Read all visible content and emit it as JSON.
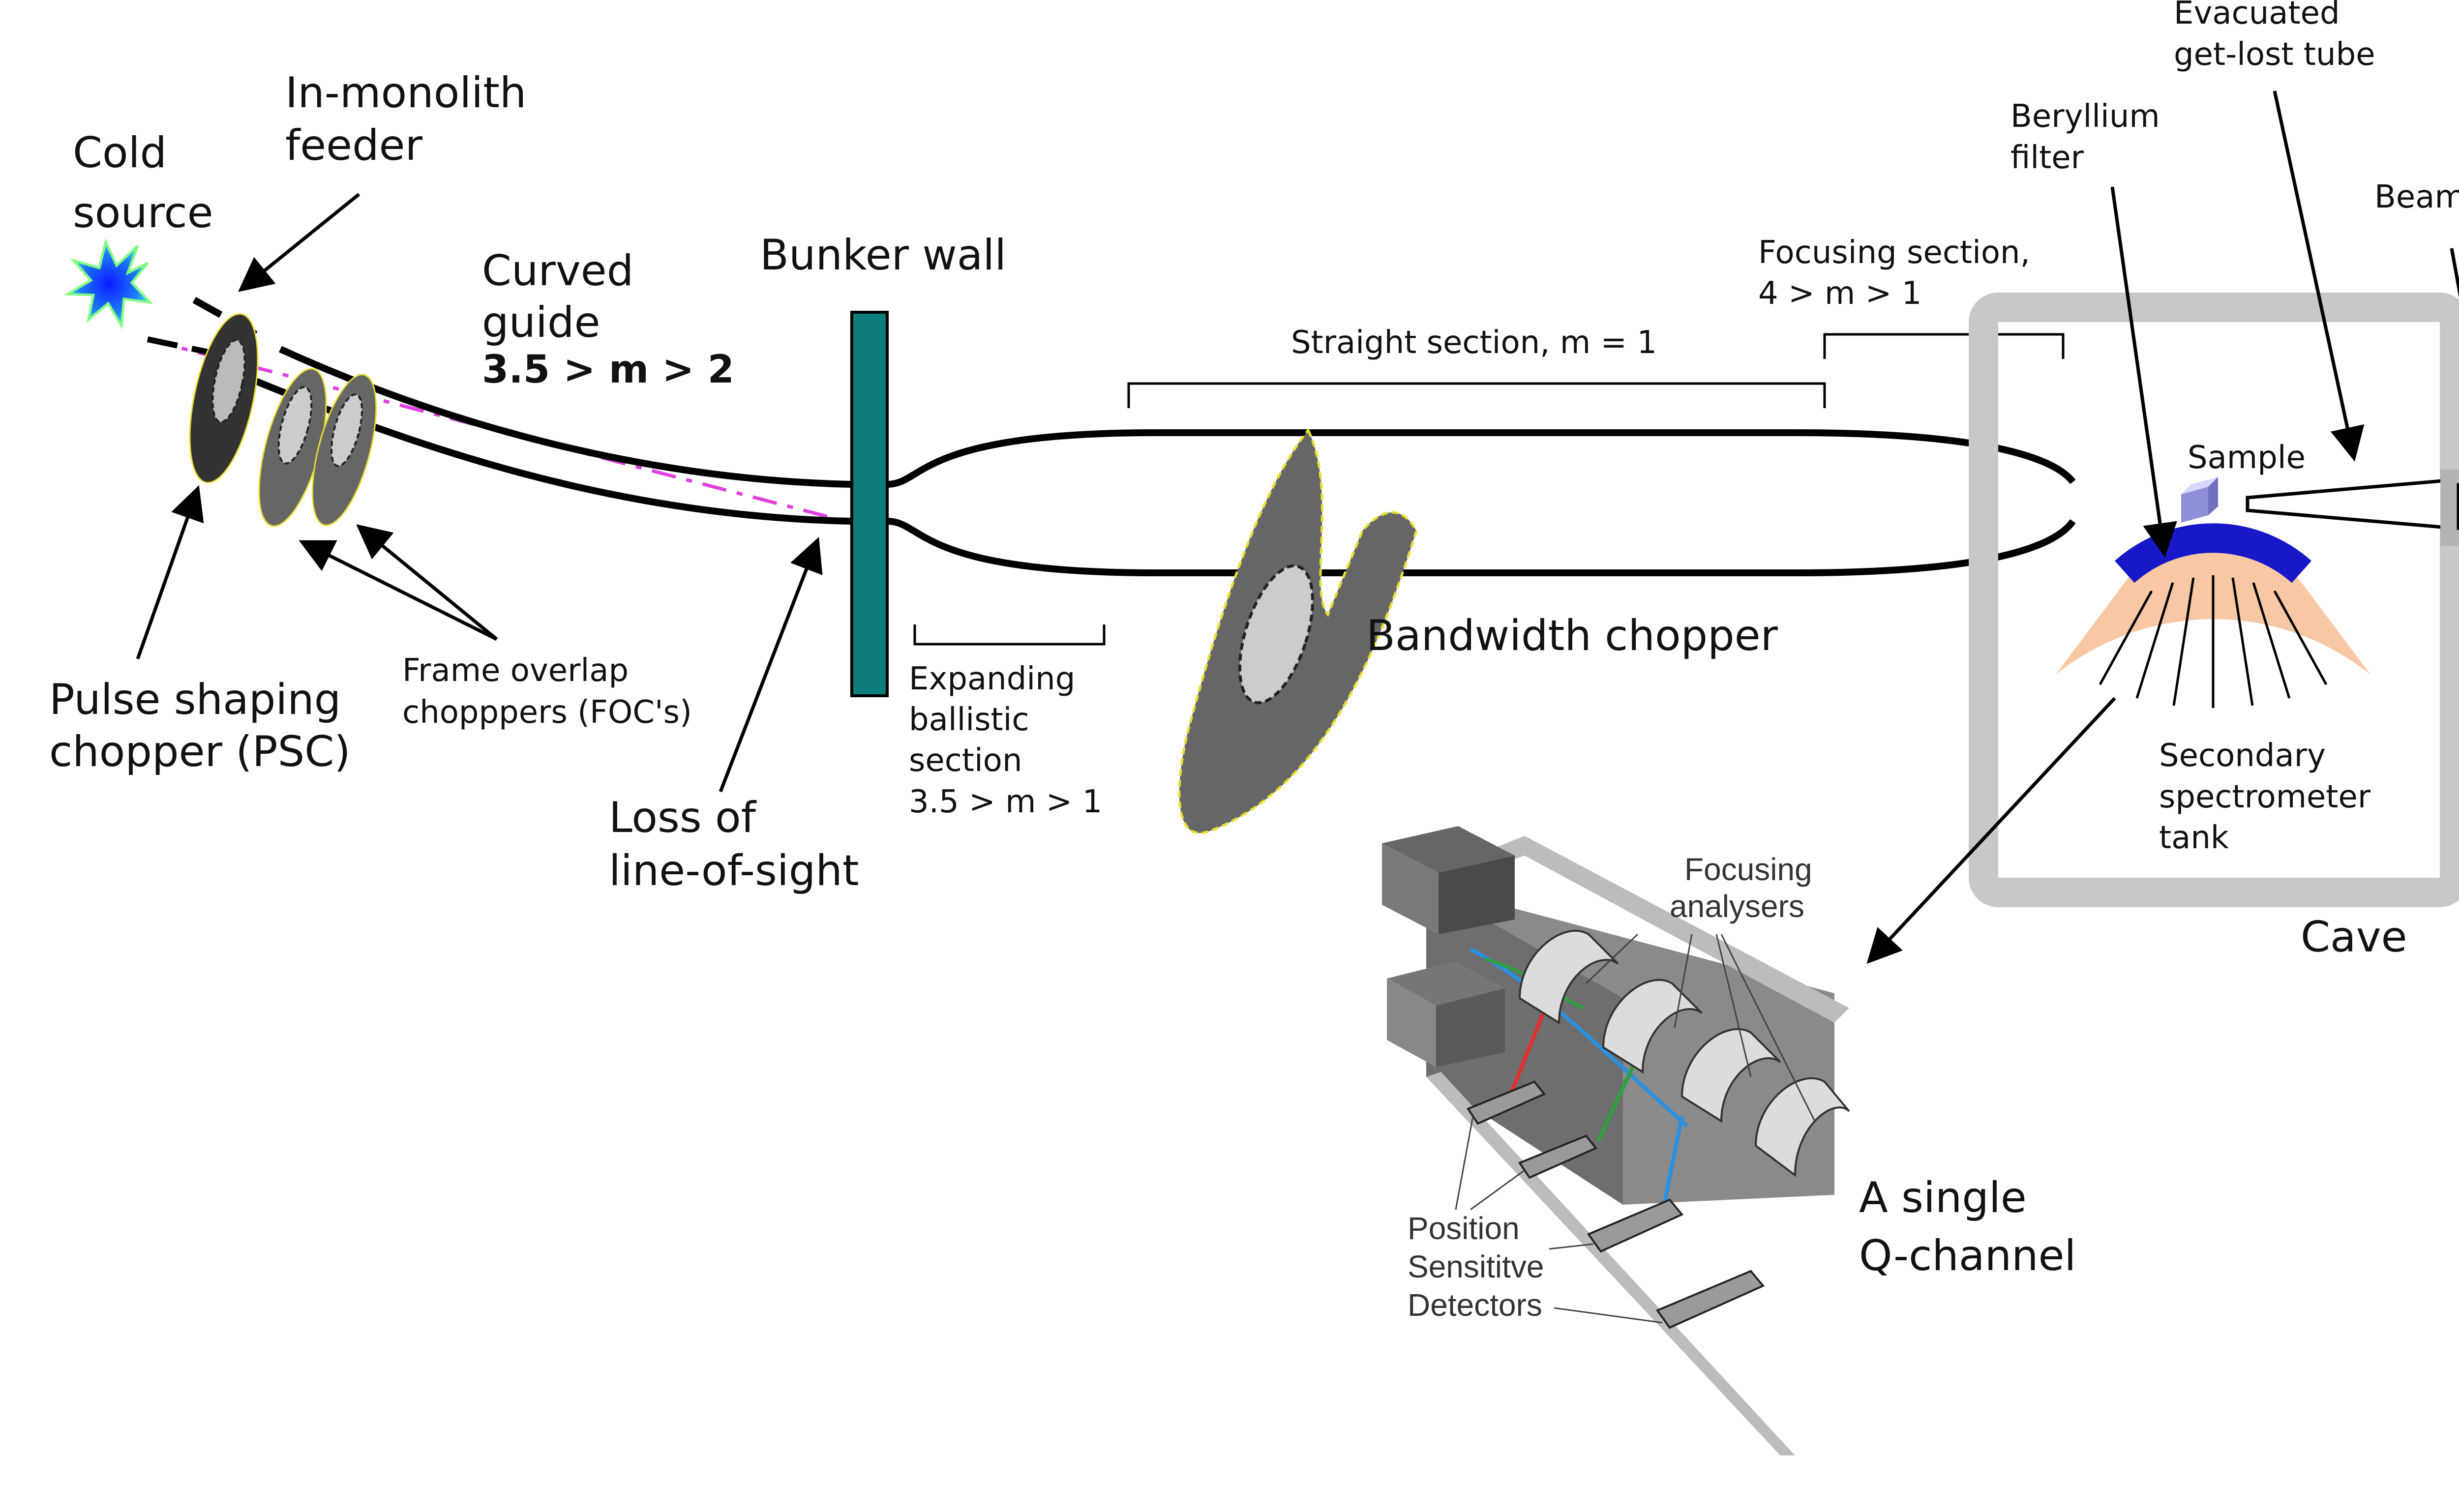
{
  "labels": {
    "cold_source": [
      "Cold",
      "source"
    ],
    "in_monolith_feeder": [
      "In-monolith",
      "feeder"
    ],
    "curved_guide": [
      "Curved",
      "guide"
    ],
    "curved_guide_m": "3.5 > m > 2",
    "bunker_wall": "Bunker wall",
    "straight_section": "Straight section, m = 1",
    "focusing_section": [
      "Focusing section,",
      "4 > m > 1"
    ],
    "evacuated_tube": [
      "Evacuated",
      "get-lost tube"
    ],
    "beryllium_filter": [
      "Beryllium",
      "filter"
    ],
    "beam_stop": "Beam stop",
    "sample": "Sample",
    "bandwidth_chopper": "Bandwidth chopper",
    "pulse_shaping_chopper": [
      "Pulse shaping",
      "chopper (PSC)"
    ],
    "frame_overlap_choppers": [
      "Frame overlap",
      "chopppers (FOC's)"
    ],
    "loss_of_line_of_sight": [
      "Loss of",
      "line-of-sight"
    ],
    "expanding_ballistic": [
      "Expanding",
      "ballistic",
      "section",
      "3.5 > m > 1"
    ],
    "secondary_tank": [
      "Secondary",
      "spectrometer",
      "tank"
    ],
    "cave": "Cave",
    "single_q_channel": [
      "A single",
      "Q-channel"
    ],
    "focusing_analysers": [
      "Focusing",
      "analysers"
    ],
    "psd": [
      "Position",
      "Sensititve",
      "Detectors"
    ]
  },
  "colors": {
    "bunker_wall": "#0c7d7a",
    "cave_wall": "#c8c8c8",
    "beryllium_filter": "#1818c8",
    "detector_tank": "#f8c8a4",
    "line_of_sight": "#e040e0",
    "chopper_dark": "#666666",
    "chopper_edge": "#e8e030",
    "cold_source_core": "#1040ff",
    "cold_source_edge": "#40e0ff",
    "sample": "#c8c8f8"
  }
}
